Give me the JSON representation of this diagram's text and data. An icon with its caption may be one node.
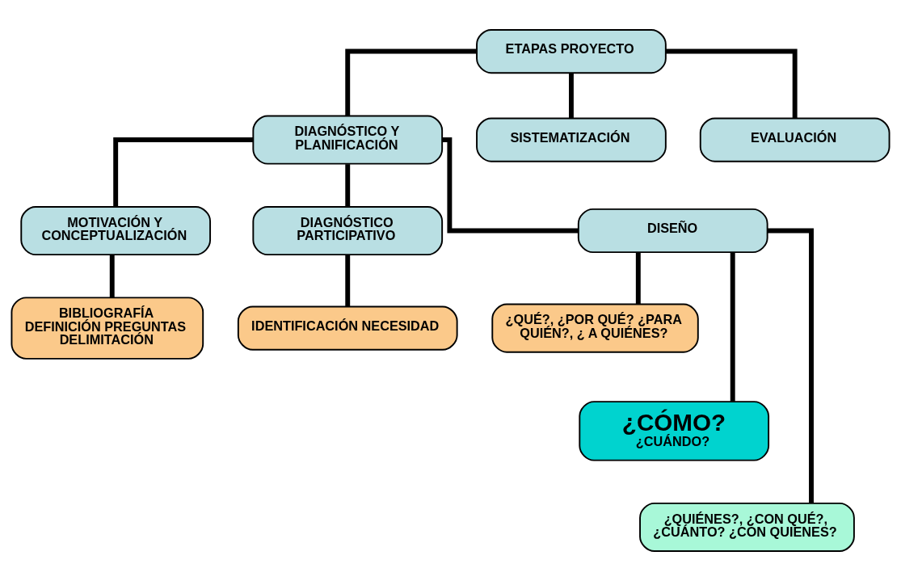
{
  "diagram": {
    "nodes": [
      {
        "text": [
          "ETAPAS PROYECTO"
        ]
      },
      {
        "text": [
          "DIAGNÓSTICO Y PLANIFICACIÓN"
        ]
      },
      {
        "text": [
          "SISTEMATIZACIÓN"
        ]
      },
      {
        "text": [
          "EVALUACIÓN"
        ]
      },
      {
        "text": [
          "MOTIVACIÓN Y CONCEPTUALIZACIÓN"
        ]
      },
      {
        "text": [
          "DIAGNÓSTICO PARTICIPATIVO"
        ]
      },
      {
        "text": [
          "DISEÑO"
        ]
      },
      {
        "text": [
          "BIBLIOGRAFÍA",
          "DEFINICIÓN PREGUNTAS",
          "DELIMITACIÓN"
        ]
      },
      {
        "text": [
          "IDENTIFICACIÓN NECESIDAD"
        ]
      },
      {
        "text": [
          "¿QUÉ?, ¿POR QUÉ? ¿PARA QUIÉN?, ¿ A QUIÉNES?"
        ]
      },
      {
        "text": [
          "¿CÓMO?",
          "¿CUÁNDO?"
        ]
      },
      {
        "text": [
          "¿QUIÉNES?, ¿CON QUÉ?, ¿CUÁNTO? ¿CON QUIENES?"
        ]
      }
    ],
    "edges": [
      {
        "from": 0,
        "to": 1,
        "arrow": "none"
      },
      {
        "from": 0,
        "to": 2,
        "arrow": "none"
      },
      {
        "from": 0,
        "to": 3,
        "arrow": "none"
      },
      {
        "from": 1,
        "to": 4,
        "arrow": "none"
      },
      {
        "from": 1,
        "to": 5,
        "arrow": "none"
      },
      {
        "from": 1,
        "to": 6,
        "arrow": "none"
      },
      {
        "from": 4,
        "to": 7,
        "arrow": "none"
      },
      {
        "from": 5,
        "to": 8,
        "arrow": "none"
      },
      {
        "from": 6,
        "to": 9,
        "arrow": "none"
      },
      {
        "from": 6,
        "to": 10,
        "arrow": "none"
      },
      {
        "from": 6,
        "to": 11,
        "arrow": "none"
      }
    ]
  }
}
